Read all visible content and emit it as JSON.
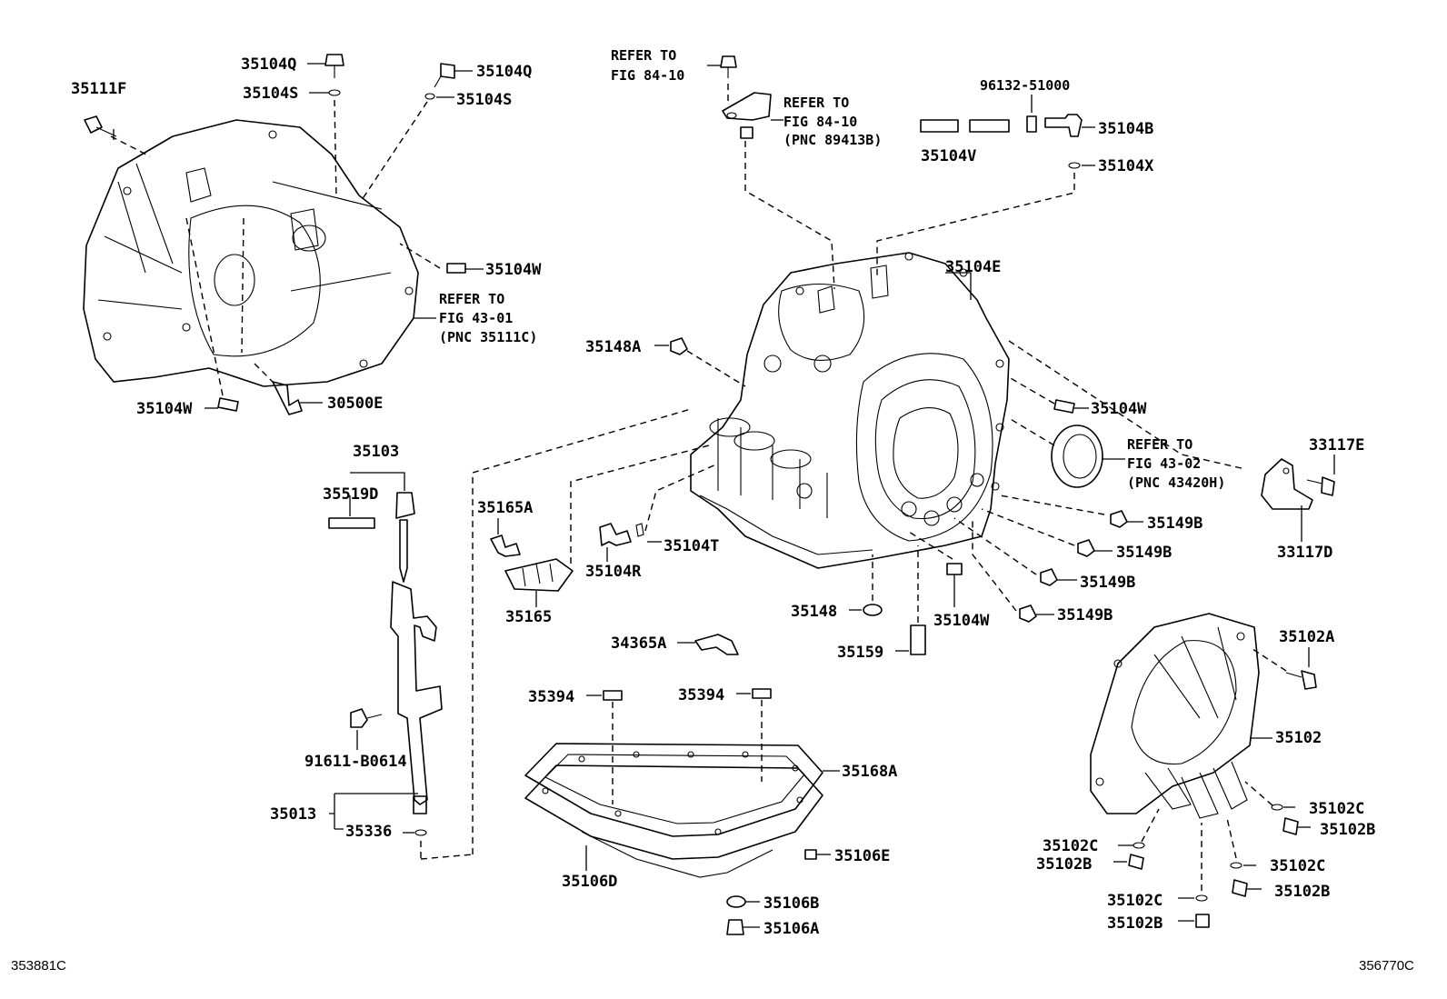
{
  "labels": {
    "p35111F": "35111F",
    "p35104Q_a": "35104Q",
    "p35104S_a": "35104S",
    "p35104Q_b": "35104Q",
    "p35104S_b": "35104S",
    "p35104W_a": "35104W",
    "refer_43_01_a": "REFER TO",
    "refer_43_01_b": "FIG 43-01",
    "refer_43_01_c": "(PNC 35111C)",
    "p35104W_b": "35104W",
    "p30500E": "30500E",
    "p35103": "35103",
    "p35519D": "35519D",
    "p91611": "91611-B0614",
    "p35013": "35013",
    "p35336": "35336",
    "refer_84_10a_a": "REFER TO",
    "refer_84_10a_b": "FIG 84-10",
    "refer_84_10b_a": "REFER TO",
    "refer_84_10b_b": "FIG 84-10",
    "refer_84_10b_c": "(PNC 89413B)",
    "p96132": "96132-51000",
    "p35104V": "35104V",
    "p35104B": "35104B",
    "p35104X": "35104X",
    "p35104E": "35104E",
    "p35148A": "35148A",
    "p35104W_c": "35104W",
    "refer_43_02_a": "REFER TO",
    "refer_43_02_b": "FIG 43-02",
    "refer_43_02_c": "(PNC 43420H)",
    "p33117E": "33117E",
    "p33117D": "33117D",
    "p35165A": "35165A",
    "p35165": "35165",
    "p35104R": "35104R",
    "p35104T": "35104T",
    "p35149B_a": "35149B",
    "p35149B_b": "35149B",
    "p35149B_c": "35149B",
    "p35149B_d": "35149B",
    "p35148": "35148",
    "p35104W_d": "35104W",
    "p35159": "35159",
    "p34365A": "34365A",
    "p35394_a": "35394",
    "p35394_b": "35394",
    "p35168A": "35168A",
    "p35106E": "35106E",
    "p35106D": "35106D",
    "p35106B": "35106B",
    "p35106A": "35106A",
    "p35102A": "35102A",
    "p35102": "35102",
    "p35102C_a": "35102C",
    "p35102B_a": "35102B",
    "p35102C_b": "35102C",
    "p35102B_b": "35102B",
    "p35102C_c": "35102C",
    "p35102B_c": "35102B",
    "p35102C_d": "35102C",
    "p35102B_d": "35102B"
  },
  "codes": {
    "left": "353881C",
    "right": "356770C"
  }
}
